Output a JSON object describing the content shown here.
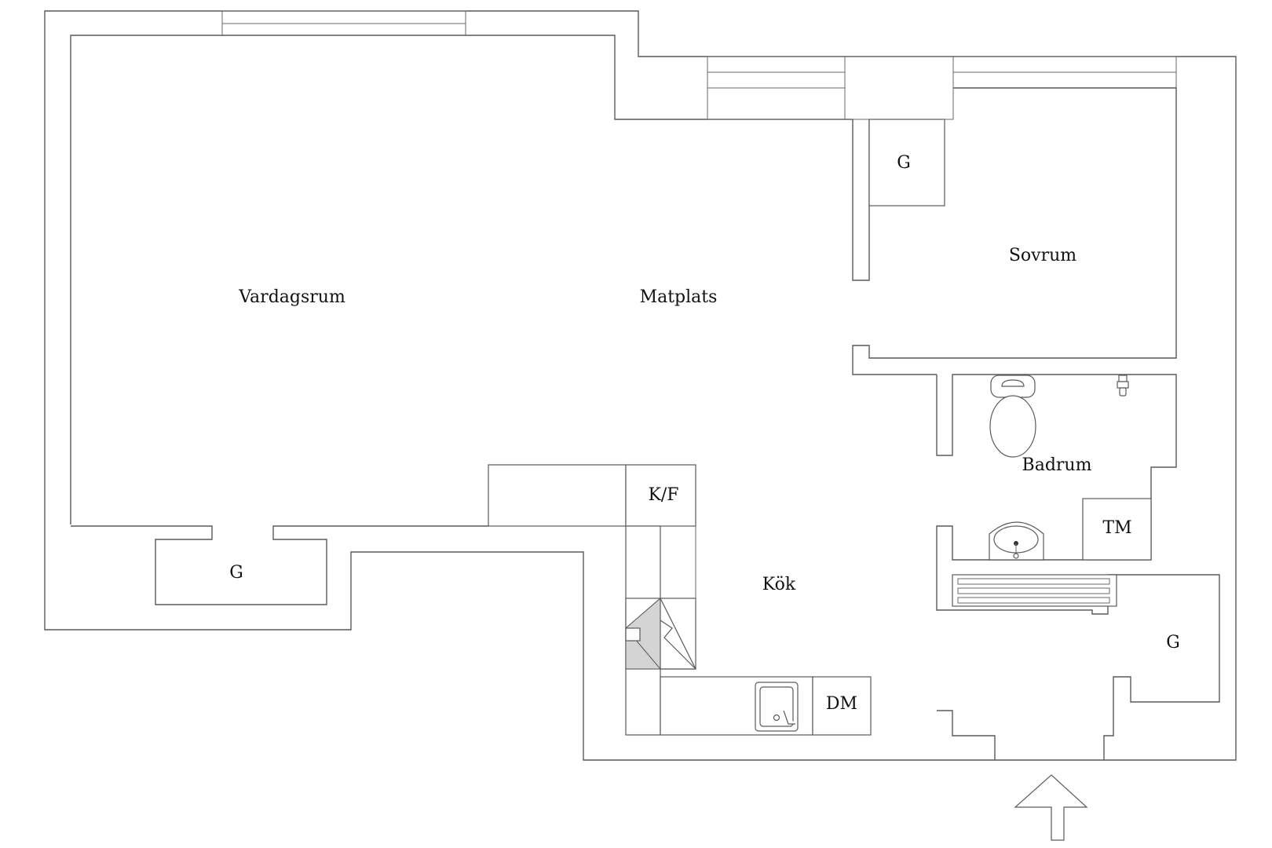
{
  "rooms": {
    "vardagsrum": "Vardagsrum",
    "matplats": "Matplats",
    "sovrum": "Sovrum",
    "badrum": "Badrum",
    "kok": "Kök"
  },
  "fixtures": {
    "wardrobe_bedroom": "G",
    "wardrobe_living": "G",
    "wardrobe_hall": "G",
    "fridge_freezer": "K/F",
    "dishwasher": "DM",
    "washing_machine": "TM"
  },
  "colors": {
    "wall": "#5a5a5a",
    "stove": "#d4d4d4",
    "text": "#111111"
  },
  "icons": {
    "entrance": "entrance-arrow-icon",
    "toilet": "toilet-icon",
    "sink": "washbasin-icon",
    "kitchen_sink": "kitchen-sink-icon",
    "stove": "stove-icon",
    "radiator": "towel-radiator-icon",
    "faucet": "shower-faucet-icon"
  }
}
